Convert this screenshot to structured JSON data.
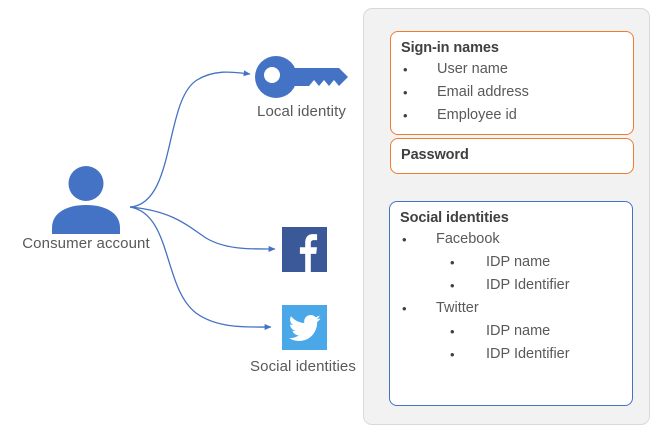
{
  "diagram": {
    "nodes": {
      "consumer": {
        "label": "Consumer account",
        "icon": "person-icon",
        "color": "#4472C4"
      },
      "local_identity": {
        "label": "Local identity",
        "icon": "key-icon",
        "color": "#4472C4"
      },
      "facebook": {
        "icon": "facebook-icon",
        "color": "#3b5998"
      },
      "twitter": {
        "icon": "twitter-icon",
        "color": "#4aa8e8"
      },
      "social_caption": {
        "label": "Social identities"
      }
    },
    "connectors": {
      "color": "#4472C4",
      "style": "curved-arrow",
      "count": 3,
      "from": "consumer",
      "to": [
        "local_identity",
        "facebook",
        "twitter"
      ]
    }
  },
  "detail_panels": {
    "container_color": "#f2f2f2",
    "signin": {
      "title": "Sign-in names",
      "border_color": "#ED7D31",
      "items": [
        "User name",
        "Email address",
        "Employee id"
      ]
    },
    "password": {
      "title": "Password",
      "border_color": "#ED7D31"
    },
    "social": {
      "title": "Social identities",
      "border_color": "#4472C4",
      "items": [
        {
          "label": "Facebook",
          "children": [
            "IDP name",
            "IDP Identifier"
          ]
        },
        {
          "label": "Twitter",
          "children": [
            "IDP name",
            "IDP Identifier"
          ]
        }
      ]
    }
  },
  "bullet_glyph": "•"
}
